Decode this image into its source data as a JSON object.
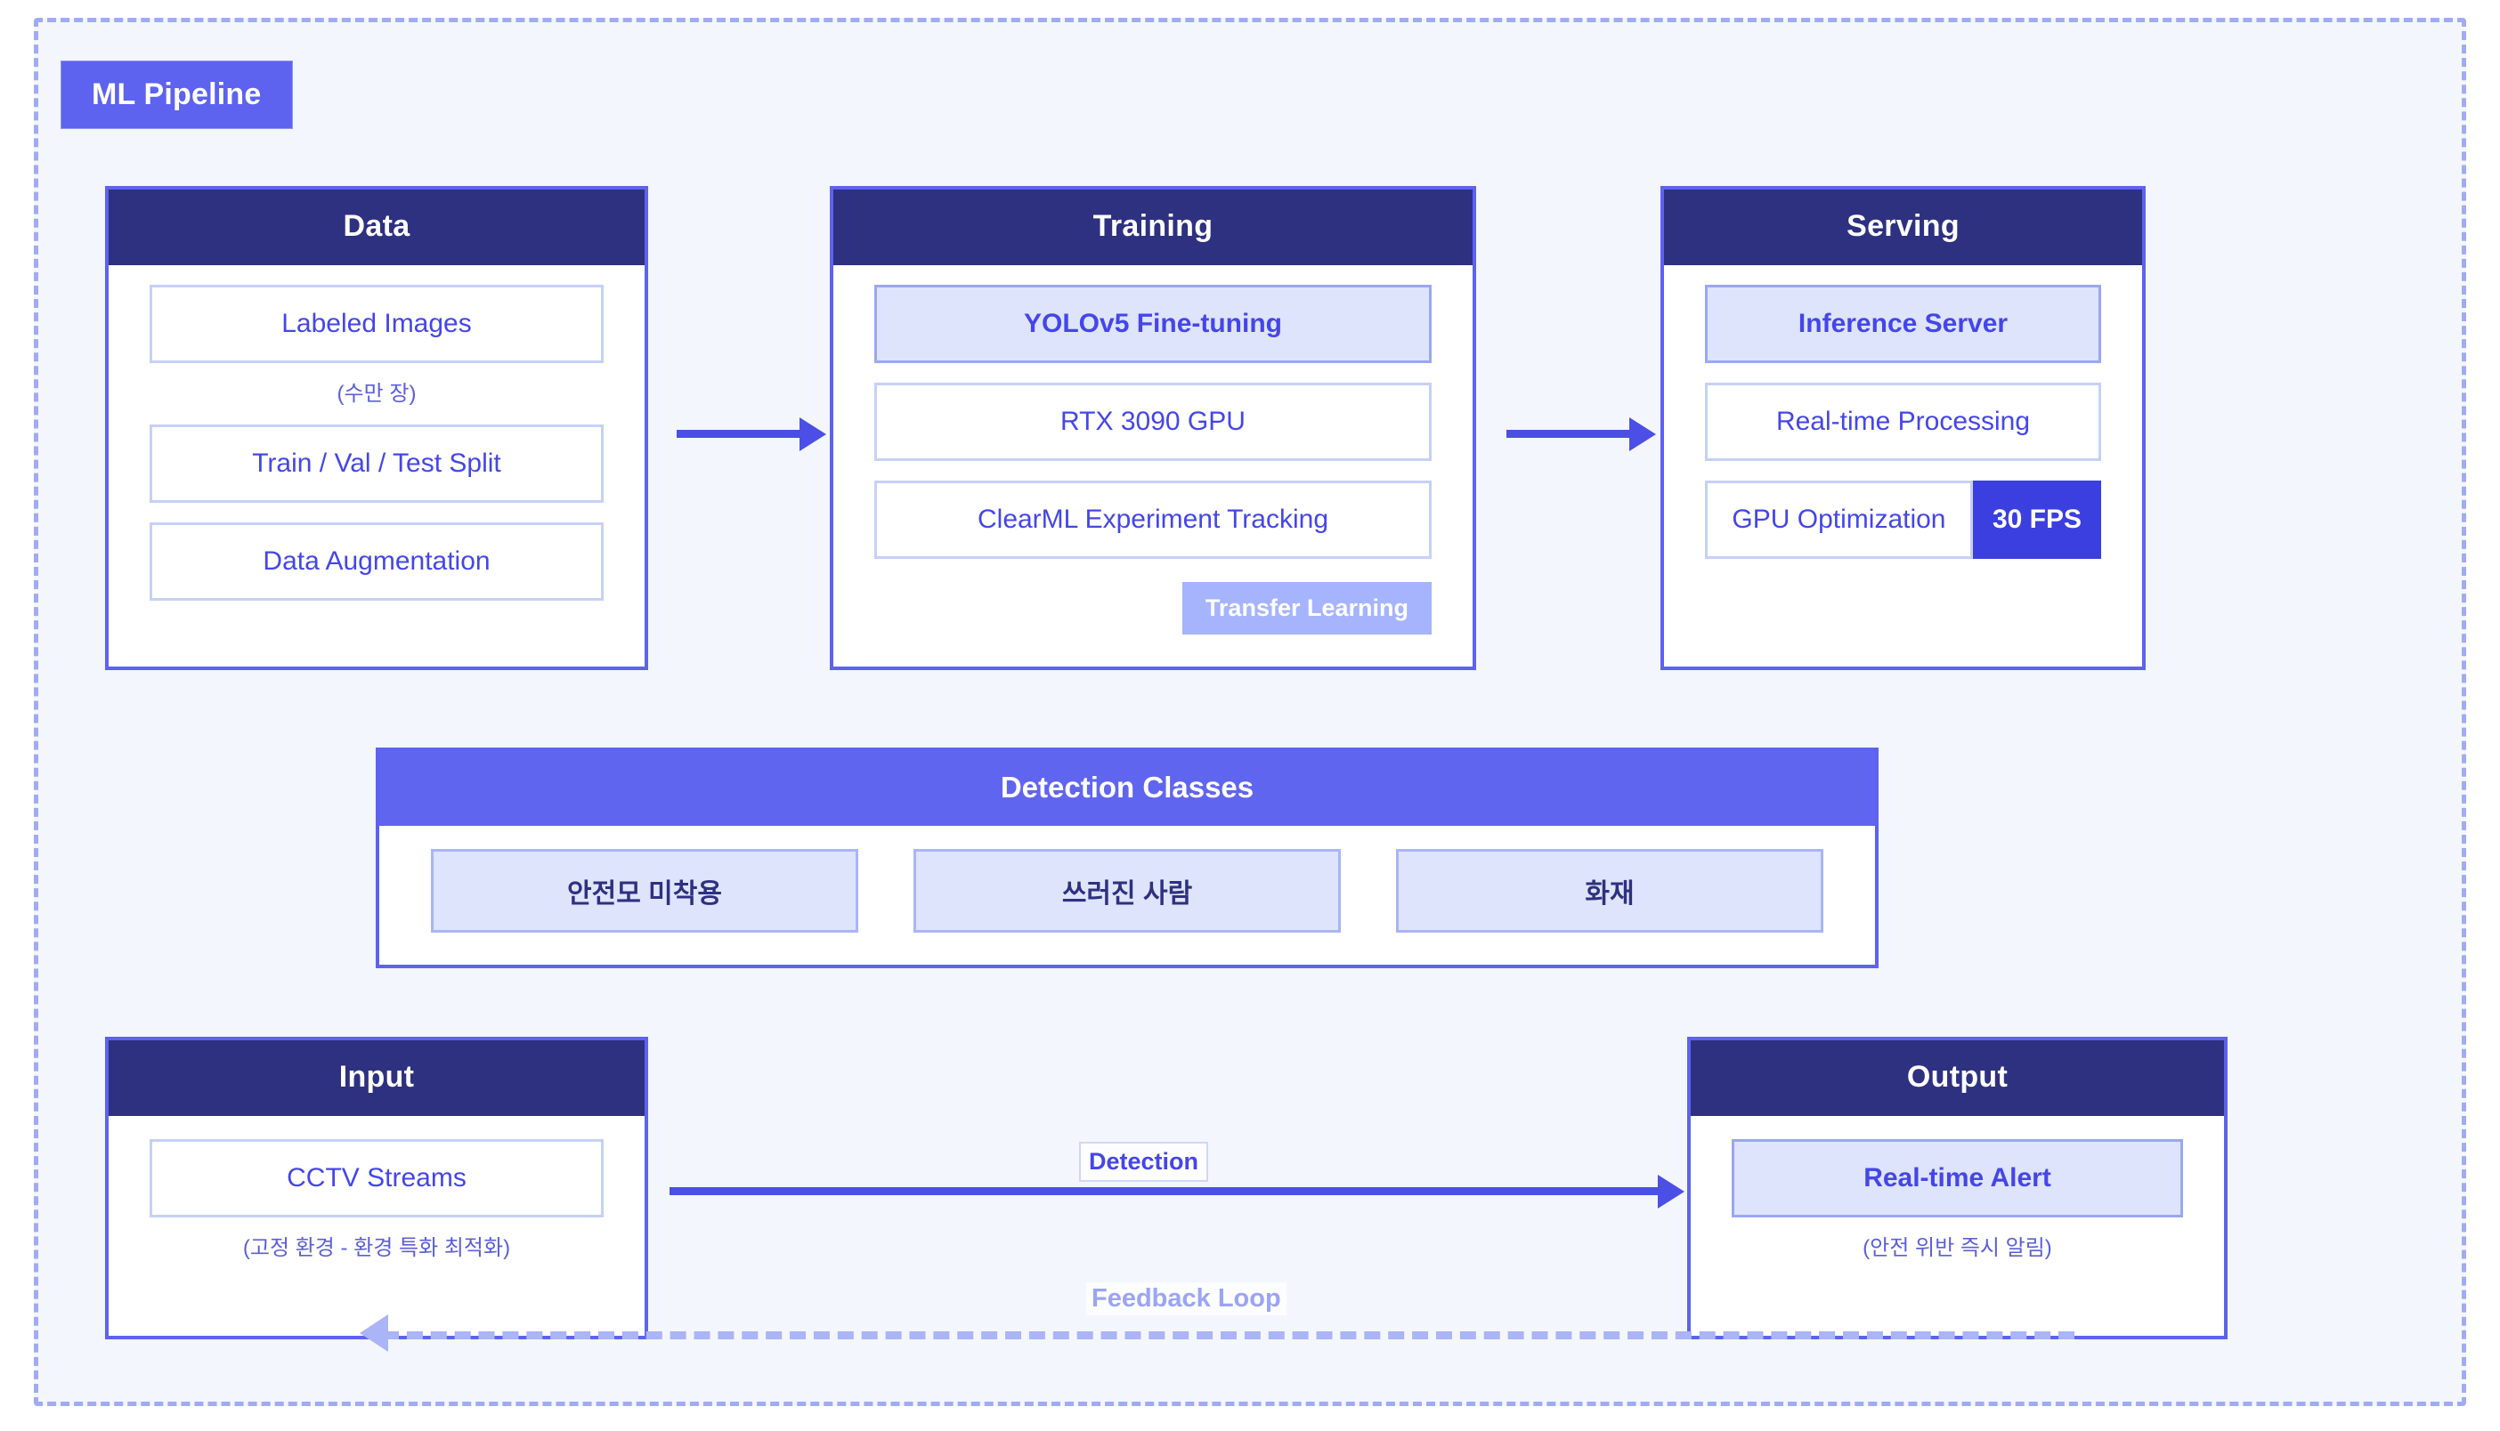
{
  "pipeline": {
    "badge_label": "ML Pipeline",
    "accent": "#5d62ef",
    "header_navy": "#2e3080",
    "frame_border": "#a0abf3",
    "frame_bg": "#f3f6fd"
  },
  "stages": {
    "data": {
      "title": "Data",
      "items": [
        {
          "label": "Labeled Images",
          "highlight": false
        },
        {
          "label": "Train / Val / Test Split",
          "highlight": false
        },
        {
          "label": "Data Augmentation",
          "highlight": false
        }
      ],
      "caption": "(수만 장)"
    },
    "training": {
      "title": "Training",
      "items": [
        {
          "label": "YOLOv5 Fine-tuning",
          "highlight": true
        },
        {
          "label": "RTX 3090 GPU",
          "highlight": false
        },
        {
          "label": "ClearML Experiment Tracking",
          "highlight": false
        }
      ],
      "tag": "Transfer Learning"
    },
    "serving": {
      "title": "Serving",
      "items": [
        {
          "label": "Inference Server",
          "highlight": true
        },
        {
          "label": "Real-time Processing",
          "highlight": false
        },
        {
          "label": "GPU Optimization",
          "highlight": false
        }
      ],
      "badge": "30 FPS",
      "badge_color": "#3b3fe0"
    }
  },
  "detection_classes": {
    "title": "Detection Classes",
    "header_color": "#6065f0",
    "classes": [
      "안전모 미착용",
      "쓰러진 사람",
      "화재"
    ]
  },
  "io": {
    "input": {
      "title": "Input",
      "item": "CCTV Streams",
      "caption": "(고정 환경 - 환경 특화 최적화)"
    },
    "output": {
      "title": "Output",
      "item": "Real-time Alert",
      "caption": "(안전 위반 즉시 알림)"
    }
  },
  "connections": {
    "detection_label": "Detection",
    "feedback_label": "Feedback Loop"
  }
}
